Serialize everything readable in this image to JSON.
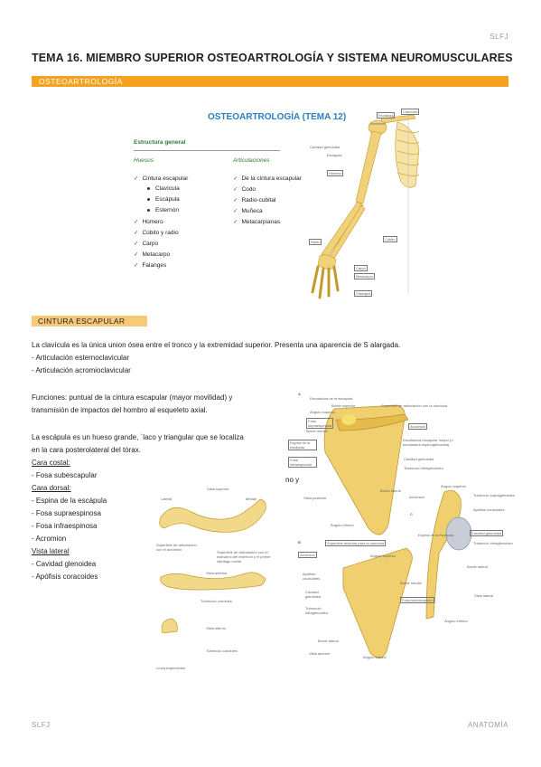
{
  "header": {
    "tag": "SLFJ",
    "title": "TEMA 16. MIEMBRO SUPERIOR OSTEOARTROLOGÍA Y SISTEMA NEUROMUSCULARES",
    "band": "OSTEOARTROLOGÍA"
  },
  "figure1": {
    "title": "OSTEOARTROLOGÍA (TEMA 12)",
    "estructura": "Estructura general",
    "huesos_h": "Huesos",
    "art_h": "Articulaciones",
    "huesos": [
      "Cintura escapular",
      "Húmero",
      "Cúbito y radio",
      "Carpo",
      "Metacarpo",
      "Falanges"
    ],
    "cintura_sub": [
      "Clavícula",
      "Escápula",
      "Esternón"
    ],
    "articulaciones": [
      "De la cintura escapular",
      "Codo",
      "Radio-cubital",
      "Muñeca",
      "Metacarpianas"
    ],
    "labels": {
      "escapula_box": "Escápula",
      "clavicula_box": "Clavícula",
      "acromion": "Acromion",
      "cavidad": "Cavidad glenoidea",
      "escapula2": "Escápula",
      "humero": "Húmero",
      "radio": "Radio",
      "cubito": "Cúbito",
      "carpo": "Carpo",
      "metacarpo": "Metacarpo",
      "falanges": "Falanges"
    }
  },
  "section": {
    "title": "CINTURA ESCAPULAR"
  },
  "text": {
    "p1": "La clavícula es la única union ósea entre el tronco y la extremidad superior. Presenta una aparencia de S alargada.",
    "art1": "-  Articulación esternoclavicular",
    "art2": "-  Articulación acromioclavicular",
    "f1": "Funciones: puntual de la cintura escapular (mayor movilidad) y",
    "f2": "transmisión de impactos del hombro al esqueleto axial.",
    "e1": "La escápula es un hueso grande, ˋlaco y triangular que se localiza",
    "e2": "en la cara posterolateral del tórax.",
    "cc": "Cara costal:",
    "cc1": "-  Fosa subescapular",
    "cd": "Cara dorsal:",
    "cd1": "-  Espina de la escápula",
    "cd2": "-  Fosa supraespinosa",
    "cd3": "-  Fosa infraespinosa",
    "cd4": "- Acromion",
    "vl": "Vista lateral",
    "vl1": "-  Cavidad glenoidea",
    "vl2": "-  Apófisis coracoides",
    "cut": "no y"
  },
  "clav_fig": {
    "vista_sup": "Vista superior",
    "lateral": "Lateral",
    "medial": "Medial",
    "sup_art": "Superficie de articulación con el acromion",
    "sup_art2": "Superficie de articulación con el manubrio del esternón y el primer cartílago costal",
    "vista_ant": "Vista anterior",
    "tub": "Tubérculo conoides",
    "vista_inf": "Vista inferior",
    "tub2": "Tubérculo conoides",
    "linea": "Línea trapezoidea"
  },
  "scap_fig": {
    "A": "A",
    "B": "B",
    "C": "C",
    "esc": "Escotadura de la escápula",
    "ang_sup": "Ángulo superior",
    "borde_sup": "Borde superior",
    "sup_art": "Superficie de articulación con la clavícula",
    "acromion_box": "Acromion",
    "fosa_sup": "Fosa supraespinosa",
    "borde_med": "Borde medial",
    "espina": "Espina de la escápula",
    "fosa_inf": "Fosa infraespinosa",
    "escot": "Escotadura escapular mayor (o escotadura espinoglenoidea)",
    "cav": "Cavidad glenoidea",
    "tub": "Tubérculo infraglenoideo",
    "borde_lat": "Borde lateral",
    "vista_post": "Vista posterior",
    "ang_inf": "Ángulo inferior",
    "acromion": "Acromion",
    "ang_sup2": "Ángulo superior",
    "tub_supra": "Tubérculo supraglenoideo",
    "apof": "Apófisis coracoides",
    "cav_box": "Cavidad glenoidea",
    "espina2": "Espina de la escápula",
    "tub_infra": "Tubérculo infraglenoideo",
    "borde_lat2": "Borde lateral",
    "vista_lat": "Vista lateral",
    "ang_inf2": "Ángulo inferior",
    "sup_art_b": "Superficie articular para la clavícula",
    "acromion_b": "Acromion",
    "ang_sup_b": "Ángulo superior",
    "apof_b": "Apófisis coracoides",
    "cav_b": "Cavidad glenoidea",
    "tub_b": "Tubérculo infraglenoideo",
    "borde_med_b": "Borde medial",
    "fosa_sub": "Fosa subescapular",
    "borde_lat_b": "Borde lateral",
    "vista_ant_b": "Vista anterior",
    "ang_inf_b": "Ángulo inferior"
  },
  "footer": {
    "left": "SLFJ",
    "right": "ANATOMÍA"
  }
}
